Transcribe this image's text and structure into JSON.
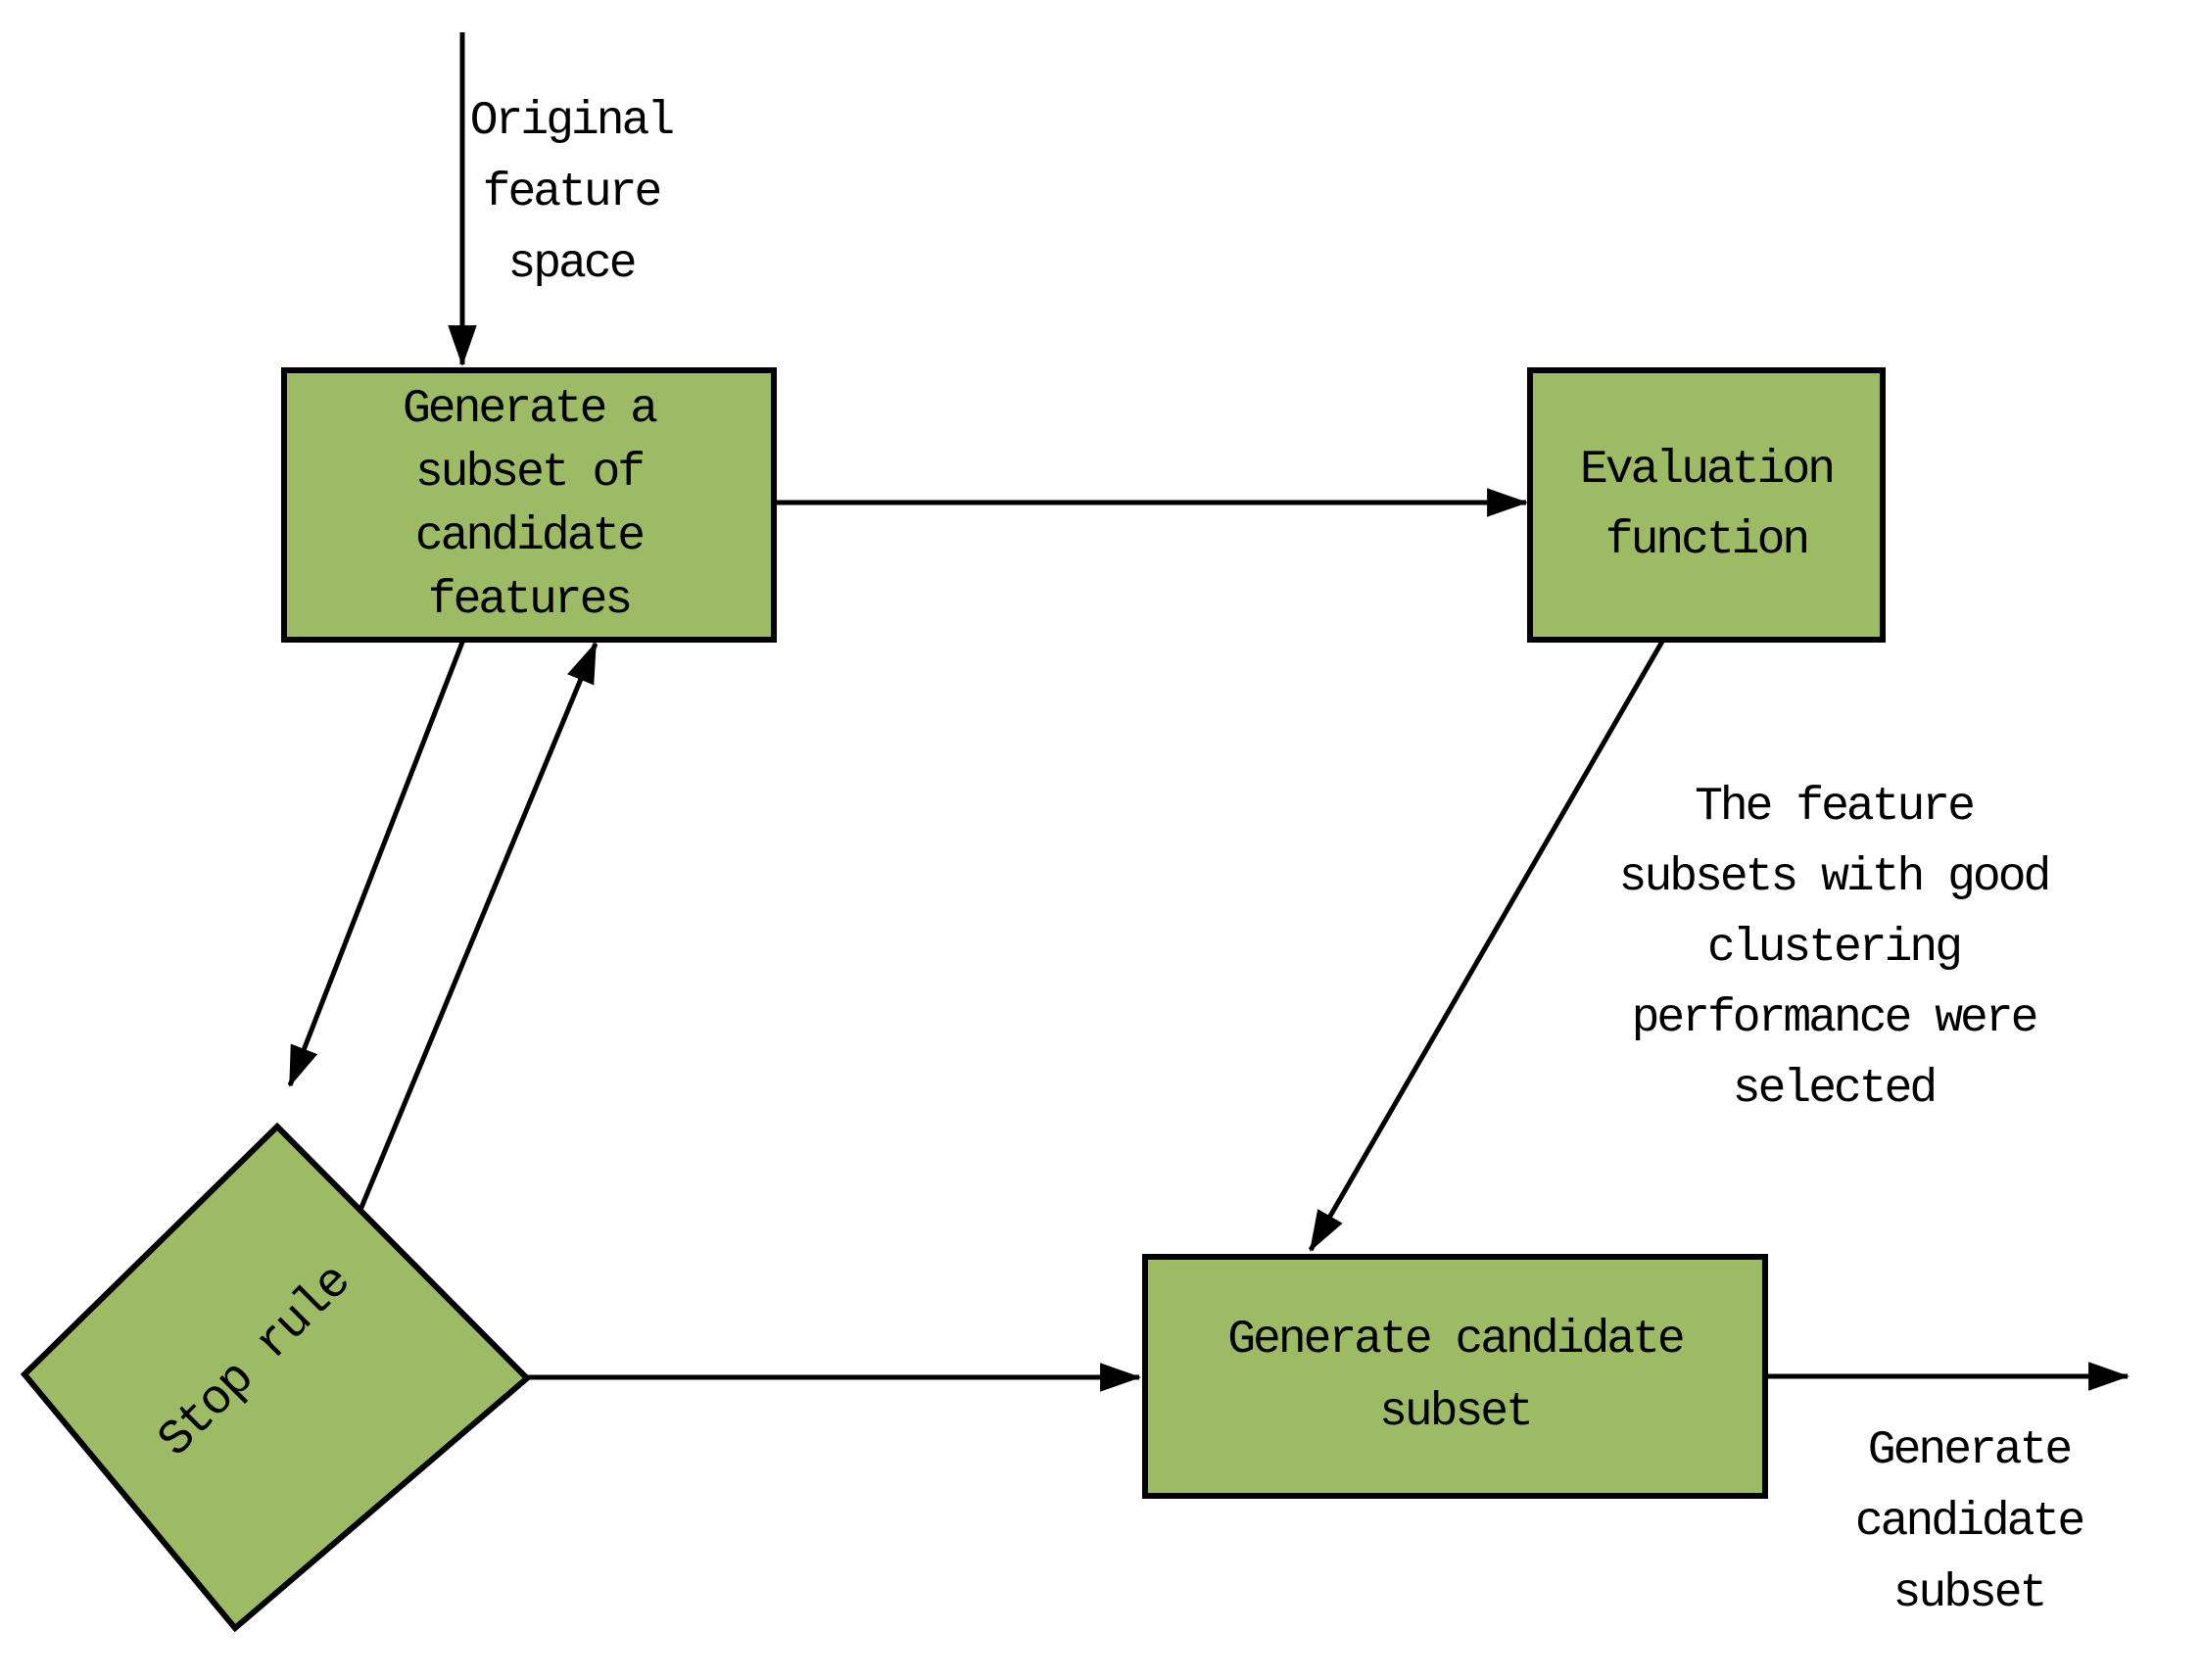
{
  "diagram": {
    "type": "flowchart",
    "background": "#ffffff"
  },
  "colors": {
    "node_fill": "#9dba64",
    "node_border": "#000000",
    "line": "#000000",
    "text": "#000000"
  },
  "nodes": {
    "generate_subset": {
      "shape": "rect",
      "label": "Generate a\nsubset of\ncandidate\nfeatures"
    },
    "evaluation": {
      "shape": "rect",
      "label": "Evaluation\nfunction"
    },
    "generate_candidate": {
      "shape": "rect",
      "label": "Generate candidate\nsubset"
    },
    "stop_rule": {
      "shape": "diamond",
      "label": "Stop rule"
    }
  },
  "labels": {
    "original_feature_space": "Original\nfeature\nspace",
    "subsets_selected": "The feature\nsubsets with good\nclustering\nperformance were\nselected",
    "generate_candidate_subset": "Generate\ncandidate\nsubset"
  },
  "edges": [
    {
      "from": "Original feature space (input)",
      "to": "Generate a subset of candidate features"
    },
    {
      "from": "Generate a subset of candidate features",
      "to": "Evaluation function"
    },
    {
      "from": "Evaluation function",
      "to": "Generate candidate subset",
      "note": "The feature subsets with good clustering performance were selected"
    },
    {
      "from": "Generate a subset of candidate features",
      "to": "Stop rule"
    },
    {
      "from": "Stop rule",
      "to": "Generate a subset of candidate features"
    },
    {
      "from": "Stop rule",
      "to": "Generate candidate subset"
    },
    {
      "from": "Generate candidate subset",
      "to": "output",
      "note": "Generate candidate subset"
    }
  ]
}
